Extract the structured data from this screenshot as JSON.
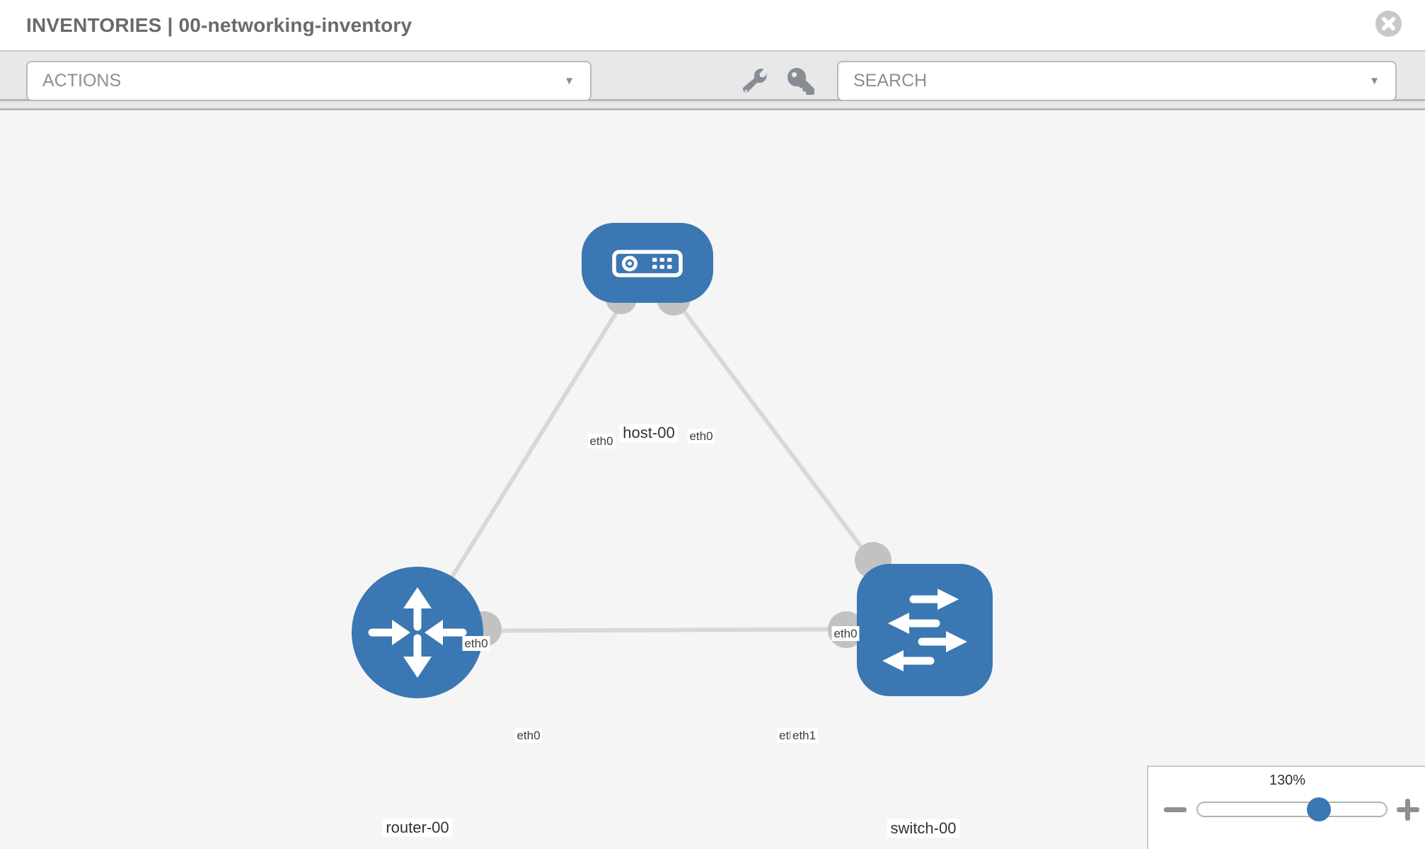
{
  "header": {
    "title": "INVENTORIES | 00-networking-inventory"
  },
  "toolbar": {
    "actions_label": "ACTIONS",
    "search_label": "SEARCH",
    "caret_icon": "▼",
    "wrench_icon": "wrench",
    "key_icon": "key"
  },
  "topology": {
    "nodes": [
      {
        "label": "host-00",
        "type": "host"
      },
      {
        "label": "router-00",
        "type": "router"
      },
      {
        "label": "switch-00",
        "type": "switch"
      }
    ],
    "links": [
      {
        "from": "host-00",
        "to": "router-00",
        "from_interface": "eth0",
        "to_interface": "eth0"
      },
      {
        "from": "host-00",
        "to": "switch-00",
        "from_interface": "eth0",
        "to_interface": "eth0"
      },
      {
        "from": "router-00",
        "to": "switch-00",
        "from_interface": "eth0",
        "to_interface": "eth1",
        "overlapped_interface": "eth0"
      }
    ]
  },
  "zoom_control": {
    "value": "130%",
    "slider_percent": 64
  },
  "colors": {
    "node_blue": "#3b77b2",
    "link_gray": "#d8d8d8",
    "stub_gray": "#c2c2c2",
    "canvas_bg": "#f5f5f6",
    "toolbar_bg": "#e8e8e8"
  }
}
